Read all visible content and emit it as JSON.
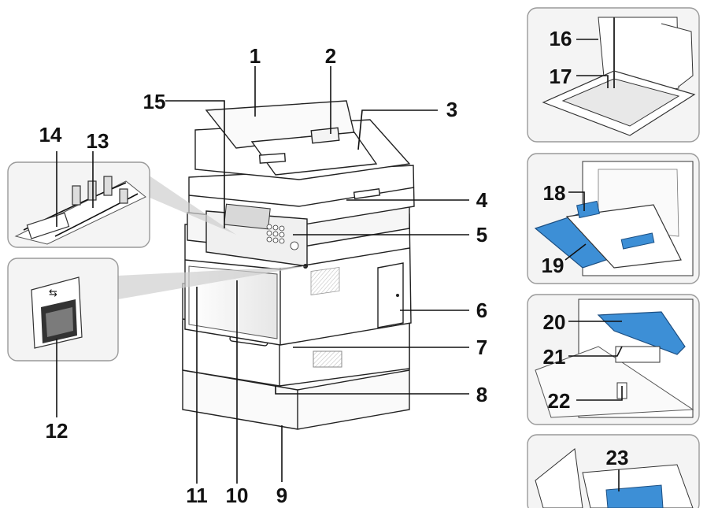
{
  "callouts": [
    {
      "id": "1",
      "label": "1"
    },
    {
      "id": "2",
      "label": "2"
    },
    {
      "id": "3",
      "label": "3"
    },
    {
      "id": "4",
      "label": "4"
    },
    {
      "id": "5",
      "label": "5"
    },
    {
      "id": "6",
      "label": "6"
    },
    {
      "id": "7",
      "label": "7"
    },
    {
      "id": "8",
      "label": "8"
    },
    {
      "id": "9",
      "label": "9"
    },
    {
      "id": "10",
      "label": "10"
    },
    {
      "id": "11",
      "label": "11"
    },
    {
      "id": "12",
      "label": "12"
    },
    {
      "id": "13",
      "label": "13"
    },
    {
      "id": "14",
      "label": "14"
    },
    {
      "id": "15",
      "label": "15"
    },
    {
      "id": "16",
      "label": "16"
    },
    {
      "id": "17",
      "label": "17"
    },
    {
      "id": "18",
      "label": "18"
    },
    {
      "id": "19",
      "label": "19"
    },
    {
      "id": "20",
      "label": "20"
    },
    {
      "id": "21",
      "label": "21"
    },
    {
      "id": "22",
      "label": "22"
    },
    {
      "id": "23",
      "label": "23"
    }
  ],
  "colors": {
    "line": "#111111",
    "accent_blue": "#3d8fd6",
    "panel_bg": "#f4f4f4",
    "panel_border": "#9a9a9a"
  },
  "icons": {
    "usb_port": "usb-icon"
  }
}
